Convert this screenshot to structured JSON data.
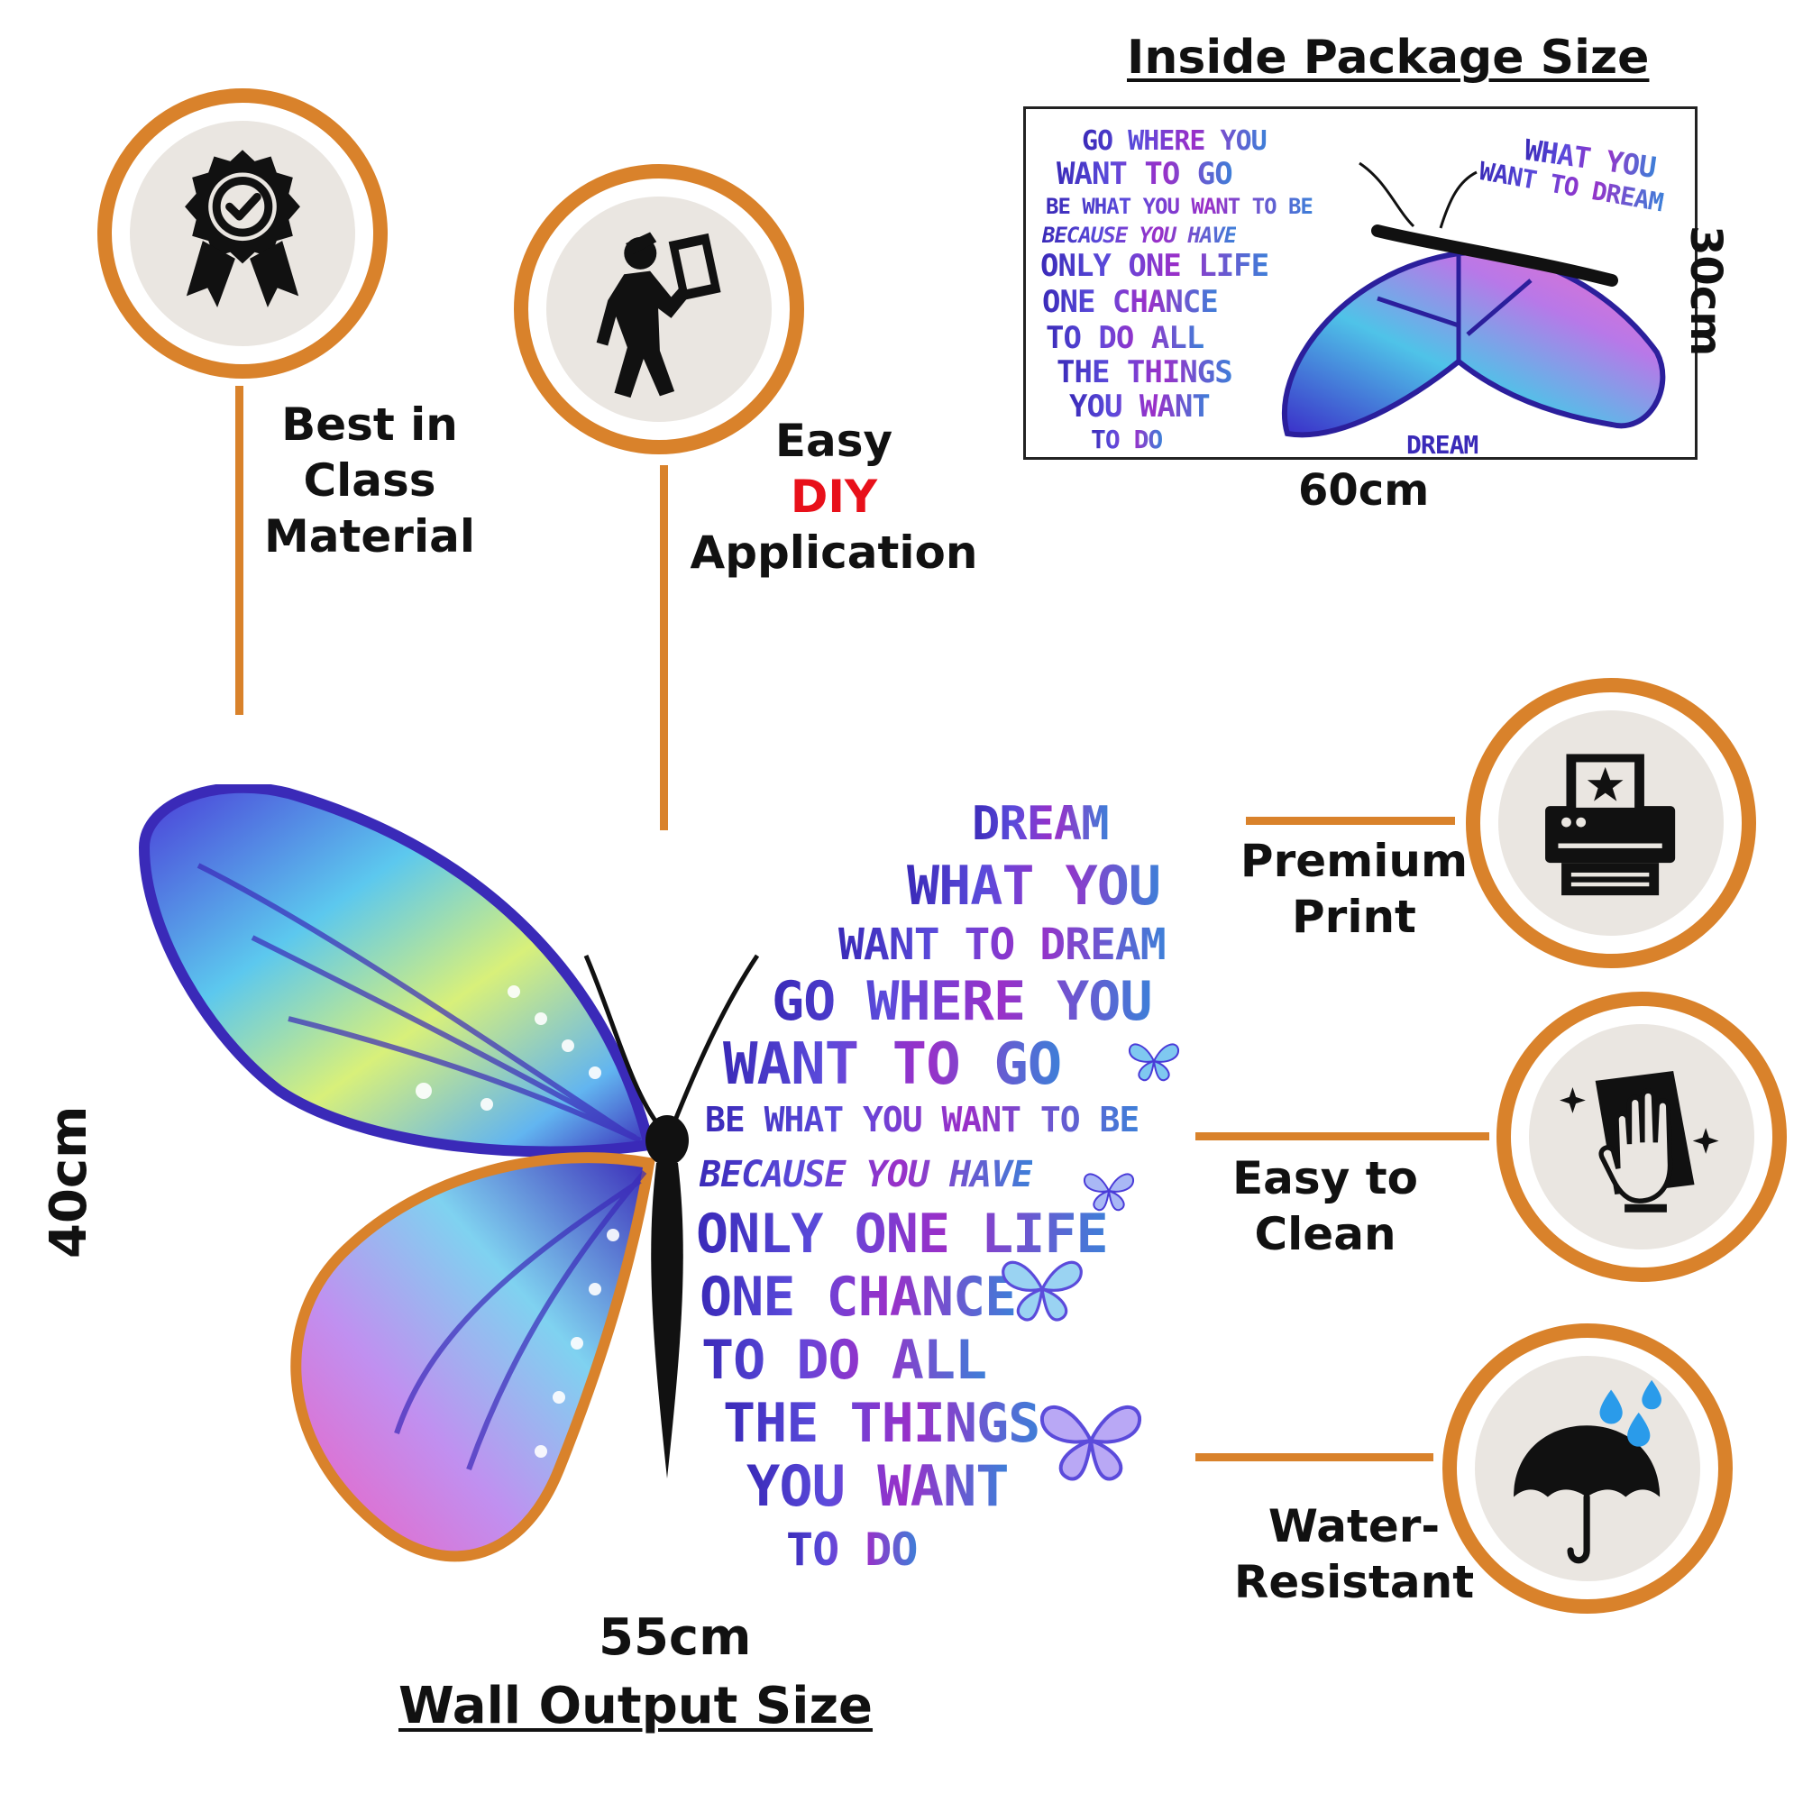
{
  "package": {
    "title": "Inside Package Size",
    "width_label": "60cm",
    "height_label": "30cm",
    "quote_left": [
      "GO WHERE YOU",
      "WANT TO GO",
      "BE WHAT YOU WANT TO BE",
      "BECAUSE YOU HAVE",
      "ONLY ONE LIFE",
      "ONE CHANCE",
      "TO DO ALL",
      "THE THINGS",
      "YOU WANT",
      "TO DO"
    ],
    "quote_right": [
      "WHAT YOU",
      "WANT TO DREAM"
    ],
    "dream_word": "DREAM"
  },
  "features": {
    "best_material": {
      "line1": "Best in",
      "line2": "Class",
      "line3": "Material",
      "icon": "award-badge-icon"
    },
    "easy_diy": {
      "line1": "Easy",
      "line2": "DIY",
      "line3": "Application",
      "icon": "person-carrying-panel-icon",
      "accent": "#E8101A"
    },
    "premium_print": {
      "line1": "Premium",
      "line2": "Print",
      "icon": "printer-star-icon"
    },
    "easy_clean": {
      "line1": "Easy to",
      "line2": "Clean",
      "icon": "hand-wipe-icon"
    },
    "water_resistant": {
      "line1": "Water-",
      "line2": "Resistant",
      "icon": "umbrella-rain-icon"
    }
  },
  "wall": {
    "quote": [
      "DREAM",
      "WHAT YOU",
      "WANT TO DREAM",
      "GO WHERE YOU",
      "WANT TO GO",
      "BE WHAT YOU WANT TO BE",
      "BECAUSE YOU HAVE",
      "ONLY ONE LIFE",
      "ONE CHANCE",
      "TO DO ALL",
      "THE THINGS",
      "YOU WANT",
      "TO DO"
    ],
    "width_label": "55cm",
    "height_label": "40cm",
    "title": "Wall Output Size"
  },
  "colors": {
    "accent_orange": "#D9822B",
    "circle_fill": "#EAE6E1",
    "diy_red": "#E8101A",
    "rain_blue": "#2A9BEA"
  }
}
